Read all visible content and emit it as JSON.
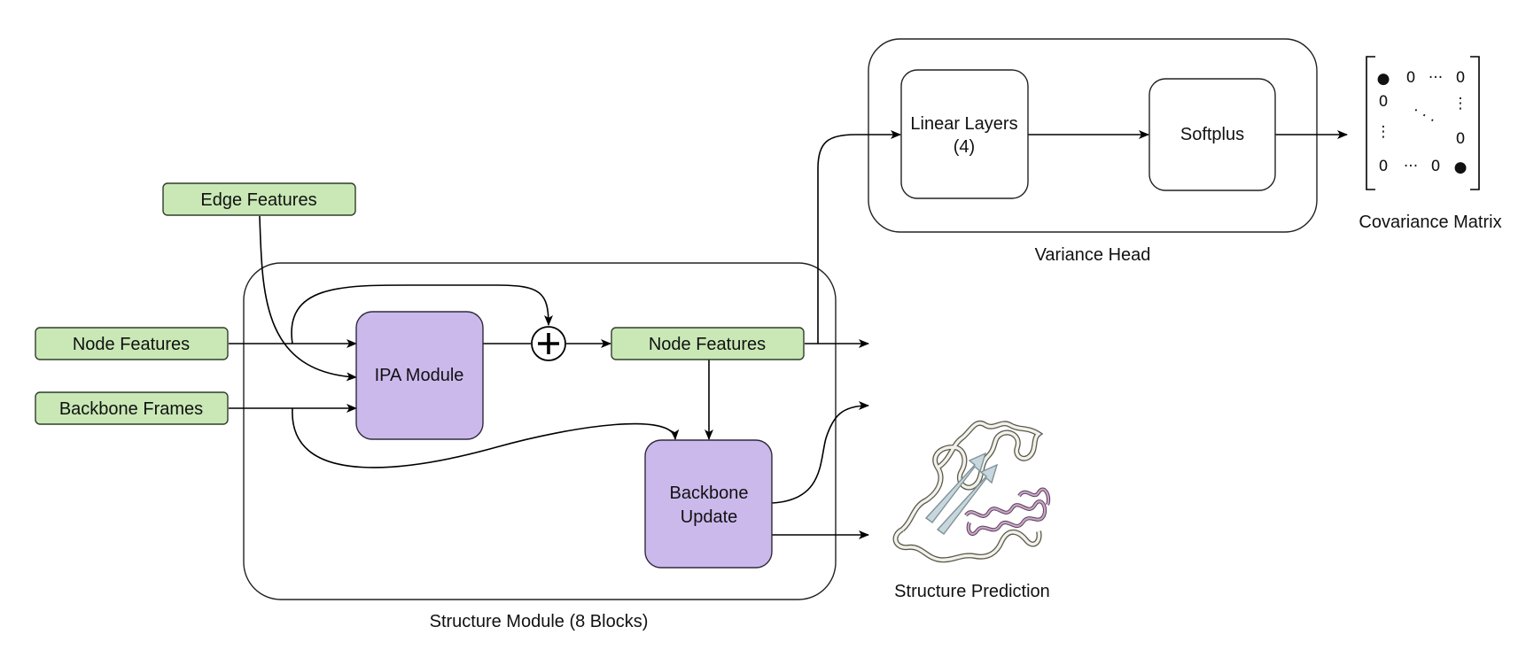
{
  "inputs": {
    "edge_features": "Edge Features",
    "node_features": "Node Features",
    "backbone_frames": "Backbone Frames"
  },
  "structure_module": {
    "label": "Structure Module (8 Blocks)",
    "ipa_module": "IPA Module",
    "add_symbol": "+",
    "node_features_out": "Node Features",
    "backbone_update_line1": "Backbone",
    "backbone_update_line2": "Update"
  },
  "variance_head": {
    "label": "Variance Head",
    "linear_layers_line1": "Linear Layers",
    "linear_layers_line2": "(4)",
    "softplus": "Softplus"
  },
  "covariance_matrix": {
    "label": "Covariance Matrix",
    "row1": [
      "●",
      "0",
      "···",
      "0"
    ],
    "row2_left": "0",
    "row2_right": "⋮",
    "row3_left": "⋮",
    "row3_right": "0",
    "row4": [
      "0",
      "···",
      "0",
      "●"
    ],
    "diagonal": "·  ·  ·"
  },
  "structure_prediction": {
    "label": "Structure Prediction",
    "icon": "protein-structure-icon"
  },
  "colors": {
    "feature_box": "#c9e8b6",
    "module_box": "#cbb9ec",
    "helix": "#c9a6c8",
    "sheet": "#c8d7dd"
  }
}
